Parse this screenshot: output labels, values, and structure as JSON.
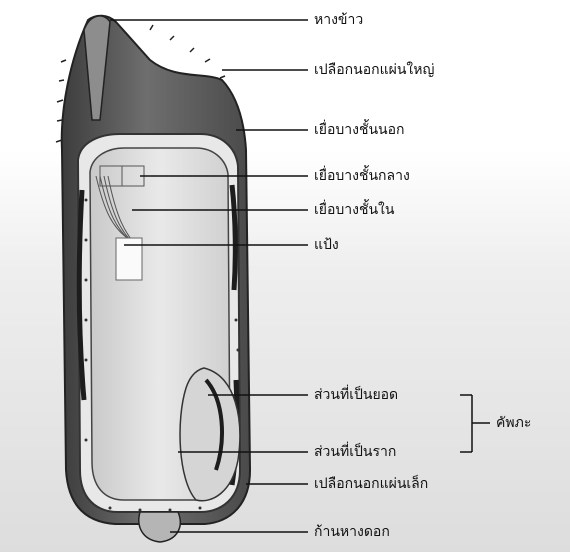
{
  "labels": {
    "awn": "หางข้าว",
    "lemma": "เปลือกนอกแผ่นใหญ่",
    "outer_membrane": "เยื่อบางชั้นนอก",
    "middle_membrane": "เยื่อบางชั้นกลาง",
    "inner_membrane": "เยื่อบางชั้นใน",
    "starch": "แป้ง",
    "plumule": "ส่วนที่เป็นยอด",
    "embryo": "คัพภะ",
    "radicle": "ส่วนที่เป็นราก",
    "palea": "เปลือกนอกแผ่นเล็ก",
    "pedicel": "ก้านหางดอก"
  }
}
